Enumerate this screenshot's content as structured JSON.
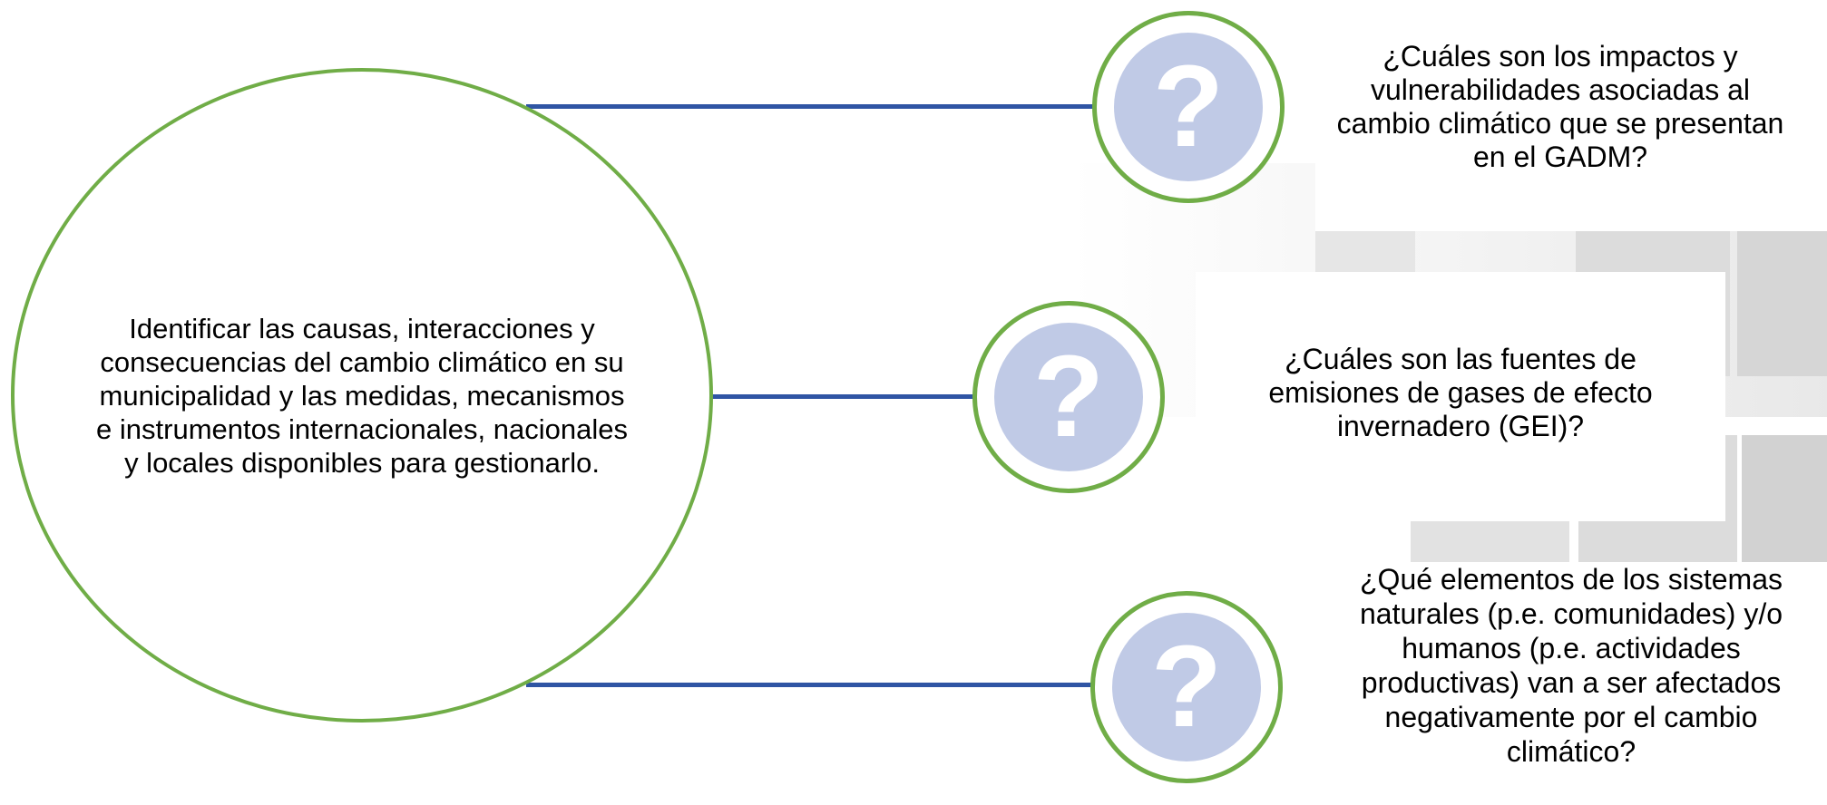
{
  "diagram": {
    "main_text": "Identificar las causas, interacciones y consecuencias del cambio climático en su municipalidad y las medidas, mecanismos e instrumentos internacionales, nacionales y locales disponibles para gestionarlo.",
    "question_glyph": "?",
    "questions": [
      {
        "text": "¿Cuáles son los  impactos y vulnerabilidades asociadas al cambio climático que se presentan en el GADM?"
      },
      {
        "text": "¿Cuáles son las fuentes de emisiones de gases de efecto invernadero (GEI)?"
      },
      {
        "text": "¿Qué elementos de los sistemas naturales (p.e. comunidades) y/o humanos (p.e. actividades productivas) van a ser afectados negativamente por el cambio climático?"
      }
    ]
  },
  "colors": {
    "circle_border": "#70ad47",
    "connector": "#2f55a4",
    "question_fill": "#c0cae6",
    "background_tiles": "#dcdcdc"
  },
  "icons": [
    "question-mark-icon"
  ]
}
